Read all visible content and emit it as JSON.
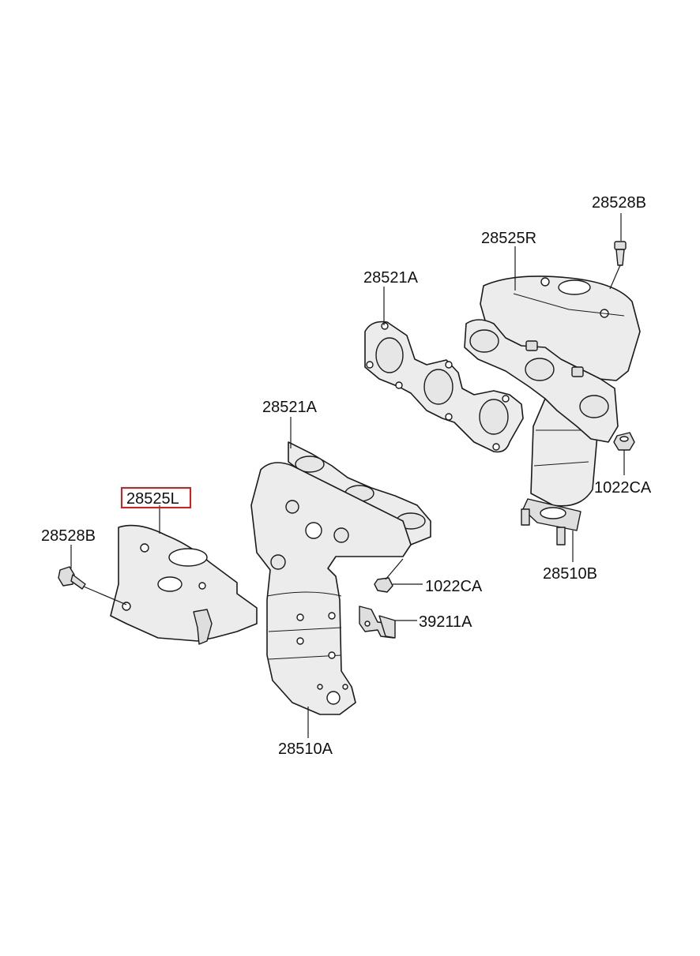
{
  "diagram": {
    "labels": {
      "bolt_right": "28528B",
      "shield_right": "28525R",
      "gasket_right": "28521A",
      "gasket_left": "28521A",
      "nut_right": "1022CA",
      "shield_left": "28525L",
      "bolt_left": "28528B",
      "converter_right": "28510B",
      "nut_left": "1022CA",
      "bracket": "39211A",
      "converter_left": "28510A"
    },
    "highlighted_label": "shield_left",
    "colors": {
      "highlight": "#e0191b",
      "line": "#1a1a1a",
      "part_fill": "#ececec"
    }
  }
}
